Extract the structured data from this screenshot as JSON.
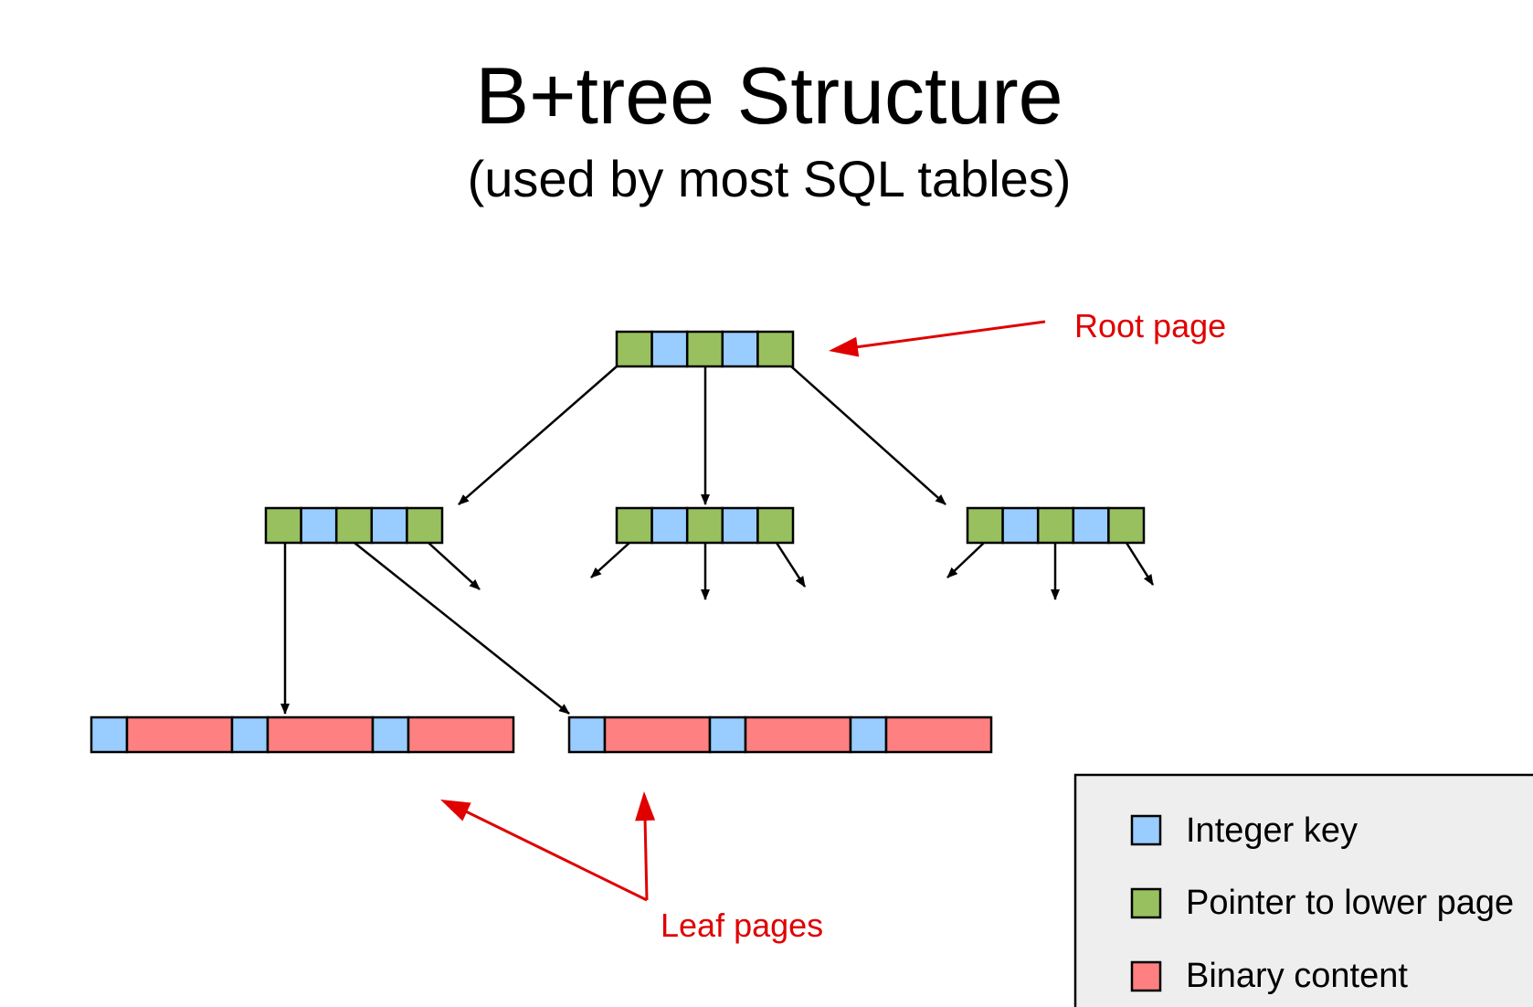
{
  "title": "B+tree Structure",
  "subtitle": "(used by most SQL tables)",
  "annotations": {
    "root_label": "Root page",
    "leaf_label": "Leaf pages"
  },
  "legend": {
    "items": [
      {
        "label": "Integer key",
        "color_key": "key"
      },
      {
        "label": "Pointer to lower page",
        "color_key": "pointer"
      },
      {
        "label": "Binary content",
        "color_key": "content"
      }
    ]
  },
  "colors": {
    "key": "#99ccff",
    "pointer": "#99c05f",
    "content": "#ff8080",
    "annotation": "#e00000",
    "legend_background": "#eeeeee",
    "outline": "#000000"
  },
  "tree": {
    "root": {
      "cells": [
        "pointer",
        "key",
        "pointer",
        "key",
        "pointer"
      ]
    },
    "interior": [
      {
        "cells": [
          "pointer",
          "key",
          "pointer",
          "key",
          "pointer"
        ]
      },
      {
        "cells": [
          "pointer",
          "key",
          "pointer",
          "key",
          "pointer"
        ]
      },
      {
        "cells": [
          "pointer",
          "key",
          "pointer",
          "key",
          "pointer"
        ]
      }
    ],
    "leaves": [
      {
        "cells": [
          "key",
          "content",
          "key",
          "content",
          "key",
          "content"
        ]
      },
      {
        "cells": [
          "key",
          "content",
          "key",
          "content",
          "key",
          "content"
        ]
      }
    ]
  }
}
